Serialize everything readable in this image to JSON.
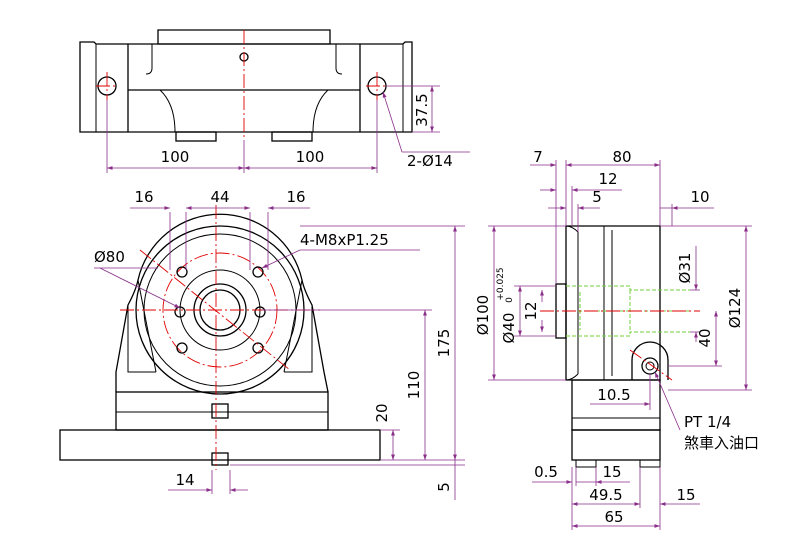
{
  "top_view": {
    "dim_100_left": "100",
    "dim_100_right": "100",
    "dim_37_5": "37.5",
    "hole_callout": "2-Ø14"
  },
  "front_view": {
    "dim_16_left": "16",
    "dim_44": "44",
    "dim_16_right": "16",
    "thread_callout": "4-M8xP1.25",
    "dim_phi80": "Ø80",
    "dim_175": "175",
    "dim_110": "110",
    "dim_20": "20",
    "dim_14": "14",
    "dim_5": "5"
  },
  "side_view": {
    "dim_7": "7",
    "dim_80": "80",
    "dim_12_top": "12",
    "dim_5": "5",
    "dim_10": "10",
    "dim_phi100": "Ø100",
    "dim_phi40": "Ø40",
    "tol_upper": "+0.025",
    "tol_lower": "0",
    "dim_12_mid": "12",
    "dim_phi31": "Ø31",
    "dim_40": "40",
    "dim_phi124": "Ø124",
    "dim_10_5": "10.5",
    "port_size": "PT 1/4",
    "port_label": "煞車入油口",
    "dim_0_5": "0.5",
    "dim_15_inner": "15",
    "dim_49_5": "49.5",
    "dim_15_right": "15",
    "dim_65": "65"
  },
  "colors": {
    "outline": "#000000",
    "dimension": "#8a2e8a",
    "centerline": "#e00000",
    "hidden": "#6fd23a"
  }
}
